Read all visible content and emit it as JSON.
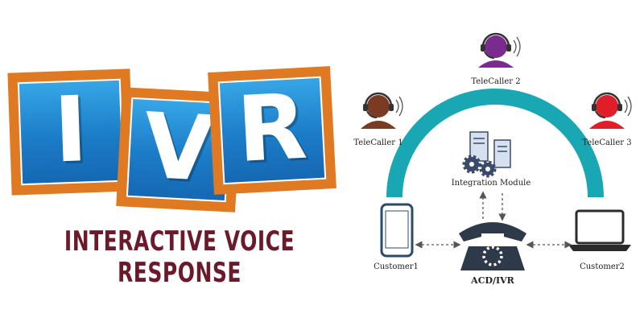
{
  "logo": {
    "letters": [
      "I",
      "V",
      "R"
    ],
    "subtitle": "INTERACTIVE VOICE RESPONSE",
    "colors": {
      "tile_blue": "#1c7cc8",
      "frame_orange": "#e07a22",
      "subtitle": "#6b1a2c"
    }
  },
  "diagram": {
    "telecallers": [
      {
        "label": "TeleCaller 1",
        "color": "#7a3b22"
      },
      {
        "label": "TeleCaller 2",
        "color": "#7b2a8e"
      },
      {
        "label": "TeleCaller 3",
        "color": "#e11d2a"
      }
    ],
    "integration_label": "Integration Module",
    "hub_label": "ACD/IVR",
    "customers": [
      {
        "label": "Customer1",
        "device": "phone-icon"
      },
      {
        "label": "Customer2",
        "device": "laptop-icon"
      }
    ],
    "arc_color": "#1aa7b4"
  }
}
